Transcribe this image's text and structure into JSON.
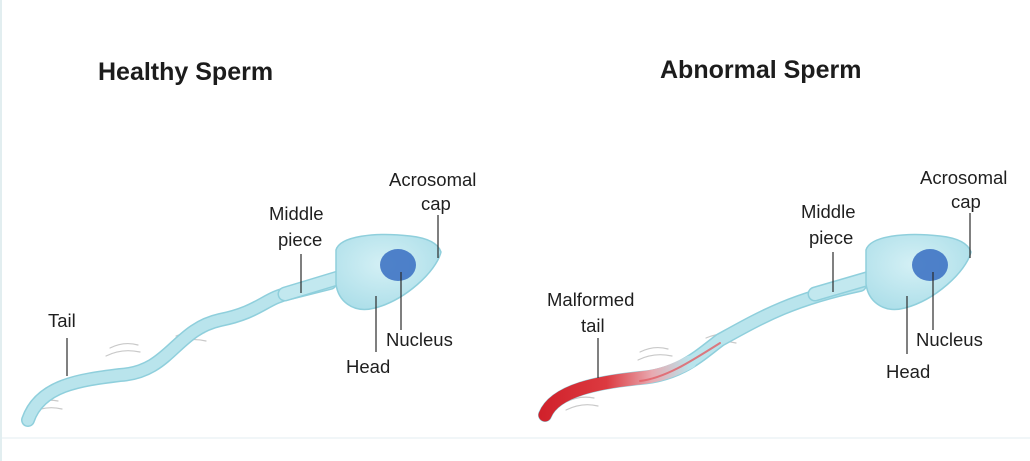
{
  "panels": {
    "healthy": {
      "title": "Healthy Sperm",
      "labels": {
        "tail": "Tail",
        "middle_piece_1": "Middle",
        "middle_piece_2": "piece",
        "acrosomal_cap_1": "Acrosomal",
        "acrosomal_cap_2": "cap",
        "nucleus": "Nucleus",
        "head": "Head"
      }
    },
    "abnormal": {
      "title": "Abnormal Sperm",
      "labels": {
        "malformed_tail_1": "Malformed",
        "malformed_tail_2": "tail",
        "middle_piece_1": "Middle",
        "middle_piece_2": "piece",
        "acrosomal_cap_1": "Acrosomal",
        "acrosomal_cap_2": "cap",
        "nucleus": "Nucleus",
        "head": "Head"
      }
    }
  },
  "colors": {
    "body": "#b9e4ec",
    "body_outline": "#8fcfdc",
    "nucleus": "#3f74c4",
    "malformed": "#d8232a",
    "text": "#1f1f1f"
  }
}
